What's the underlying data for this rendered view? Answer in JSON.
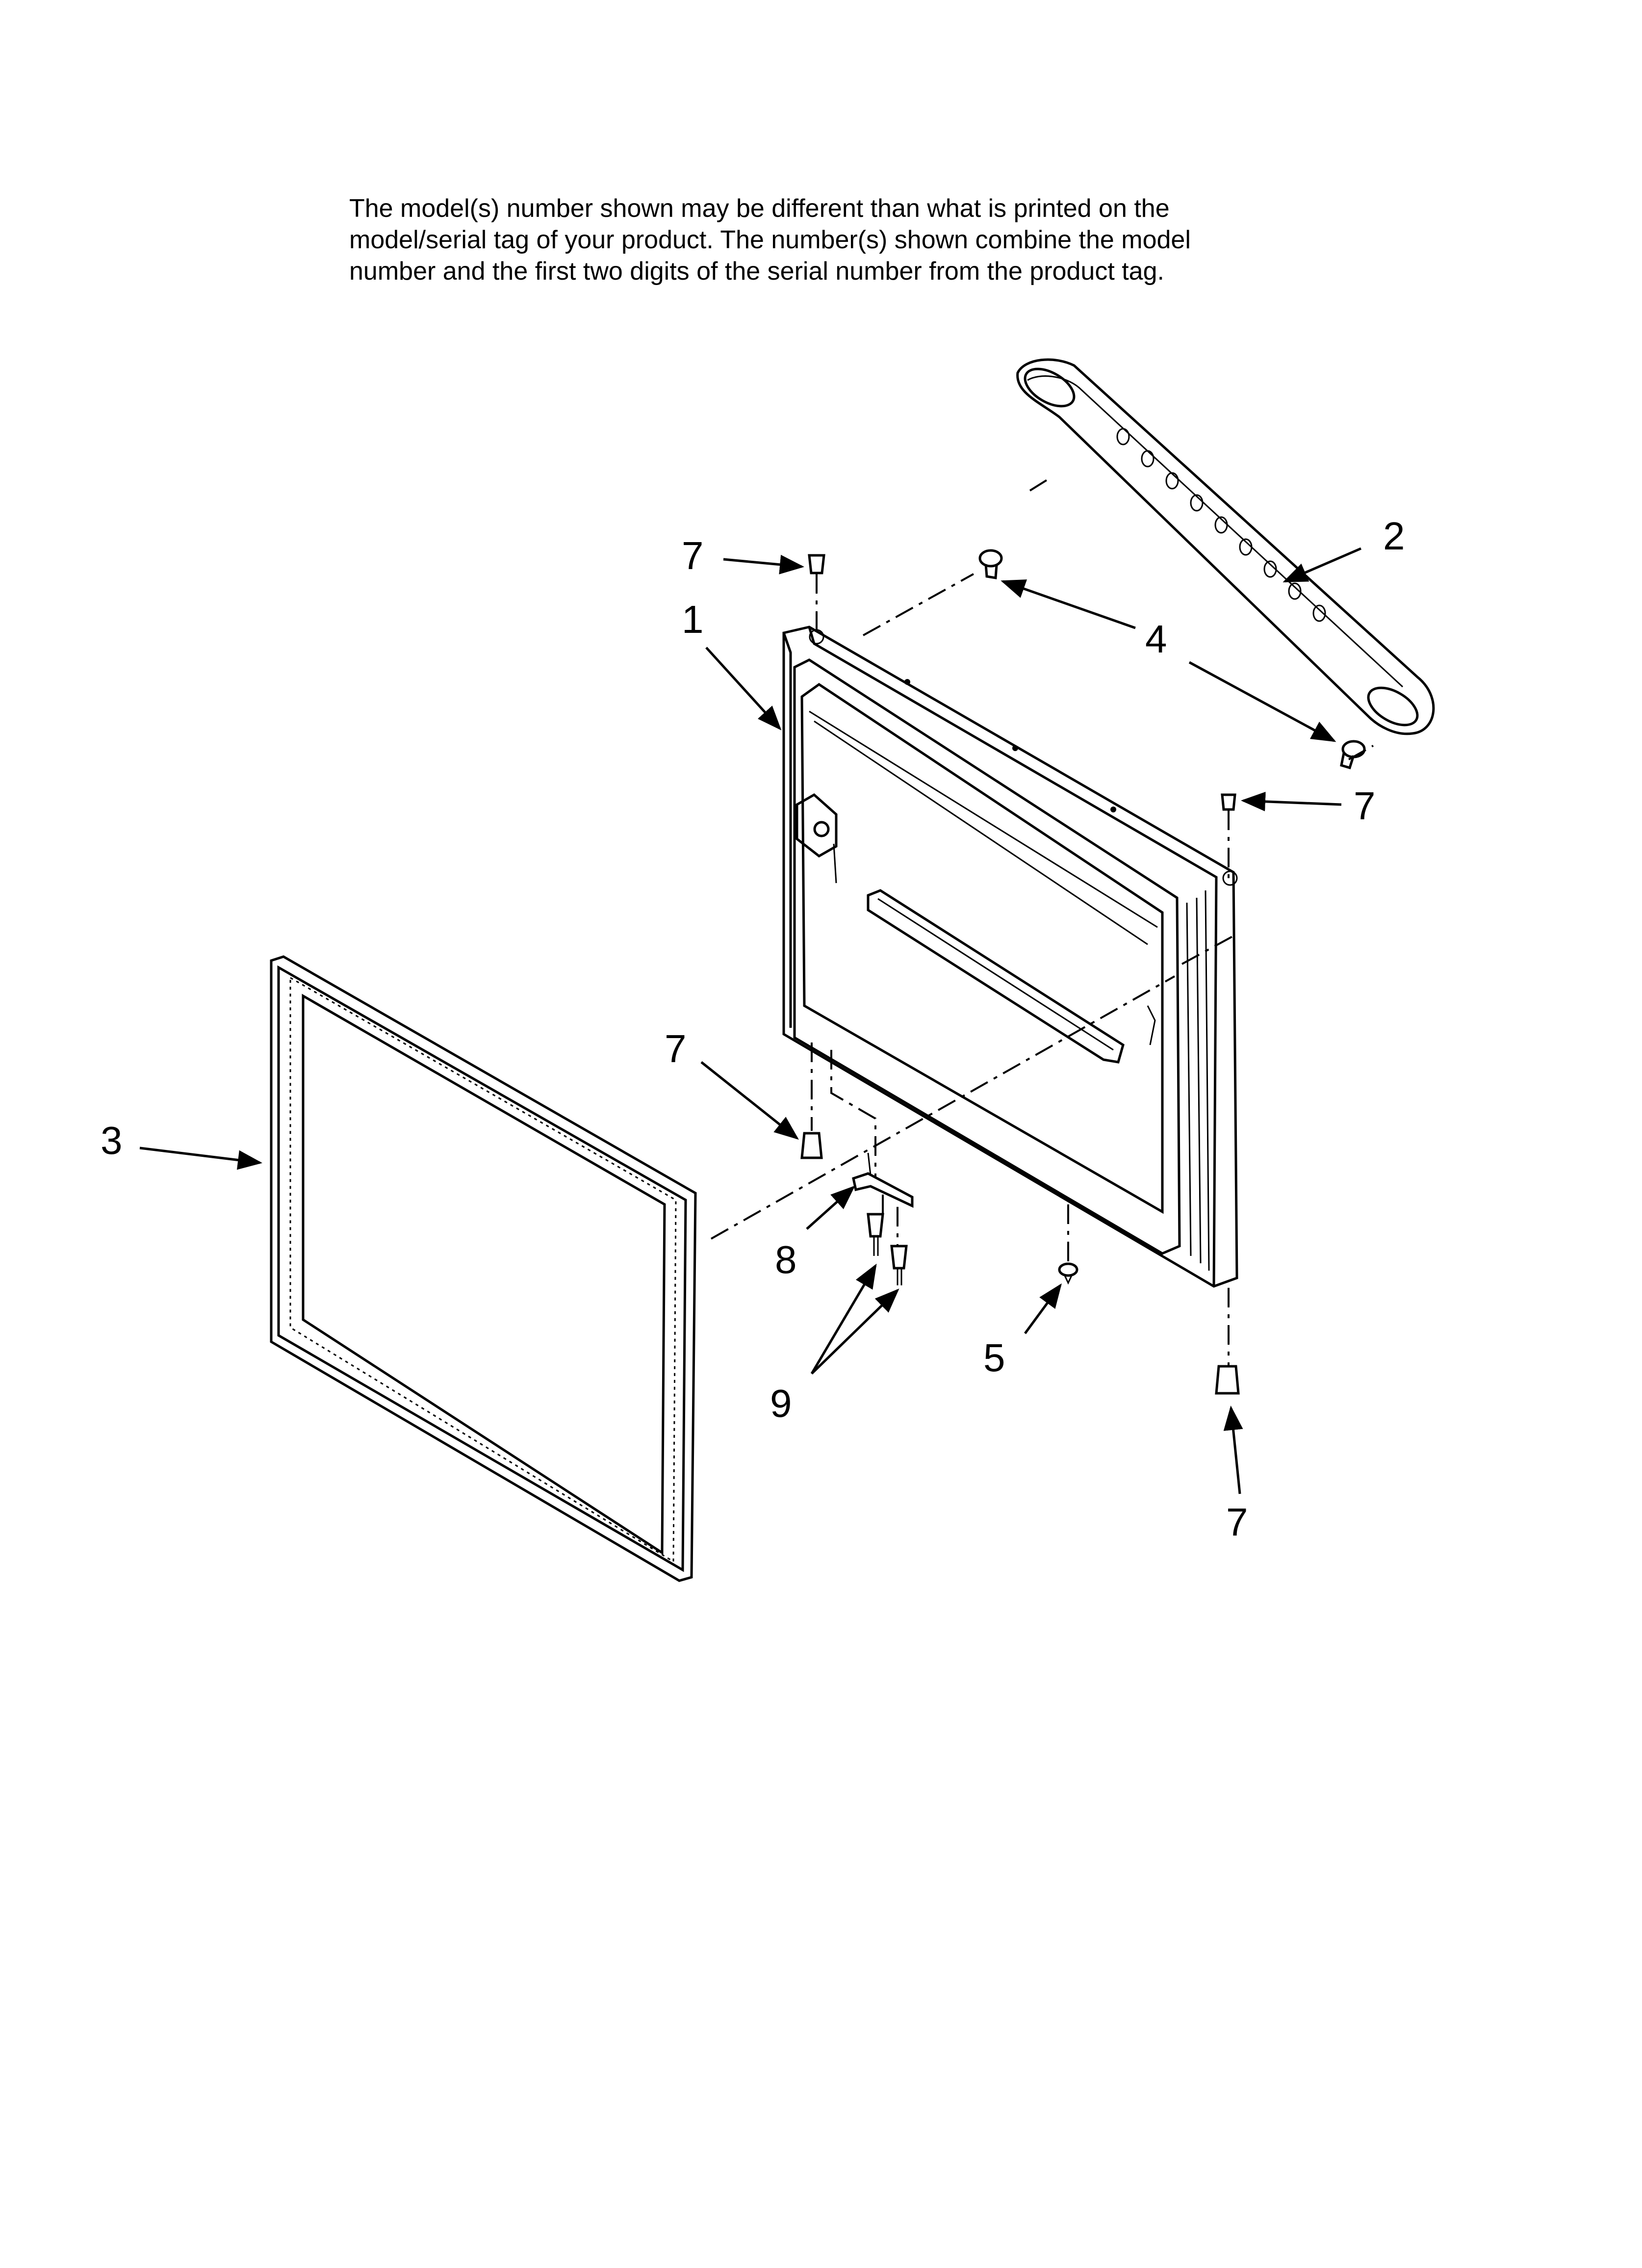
{
  "notice": {
    "lines": [
      "The model(s) number shown may be different than what is printed on the",
      "model/serial tag of your product. The number(s) shown combine the model",
      "number and the first two digits of the serial number from the product tag."
    ]
  },
  "callouts": [
    {
      "id": "c1",
      "label": "1"
    },
    {
      "id": "c2",
      "label": "2"
    },
    {
      "id": "c3",
      "label": "3"
    },
    {
      "id": "c4",
      "label": "4"
    },
    {
      "id": "c5",
      "label": "5"
    },
    {
      "id": "c7a",
      "label": "7"
    },
    {
      "id": "c7b",
      "label": "7"
    },
    {
      "id": "c7c",
      "label": "7"
    },
    {
      "id": "c7d",
      "label": "7"
    },
    {
      "id": "c8",
      "label": "8"
    },
    {
      "id": "c9",
      "label": "9"
    }
  ]
}
